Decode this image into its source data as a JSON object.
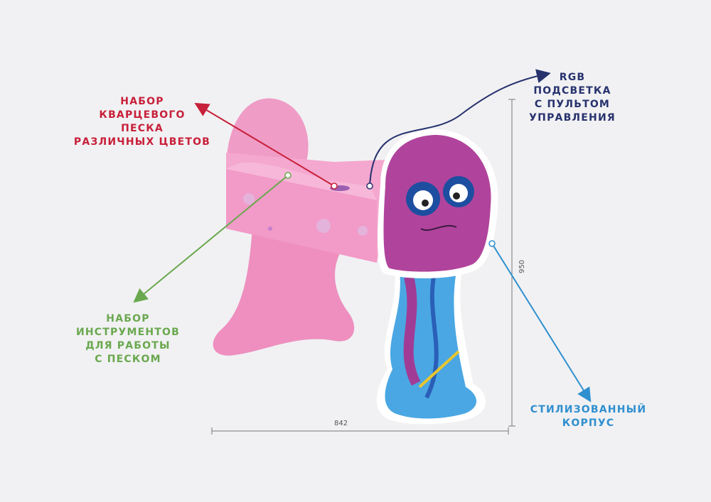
{
  "callouts": {
    "sand": {
      "lines": [
        "НАБОР",
        "КВАРЦЕВОГО",
        "ПЕСКА",
        "РАЗЛИЧНЫХ ЦВЕТОВ"
      ],
      "color": "#c8203a"
    },
    "rgb": {
      "lines": [
        "RGB",
        "ПОДСВЕТКА",
        "С ПУЛЬТОМ",
        "УПРАВЛЕНИЯ"
      ],
      "color": "#27326e"
    },
    "tools": {
      "lines": [
        "НАБОР",
        "ИНСТРУМЕНТОВ",
        "ДЛЯ РАБОТЫ",
        "С ПЕСКОМ"
      ],
      "color": "#6aa84f"
    },
    "body": {
      "lines": [
        "СТИЛИЗОВАННЫЙ",
        "КОРПУС"
      ],
      "color": "#2f8fcf"
    }
  },
  "dimensions": {
    "width": "842",
    "height": "950"
  }
}
